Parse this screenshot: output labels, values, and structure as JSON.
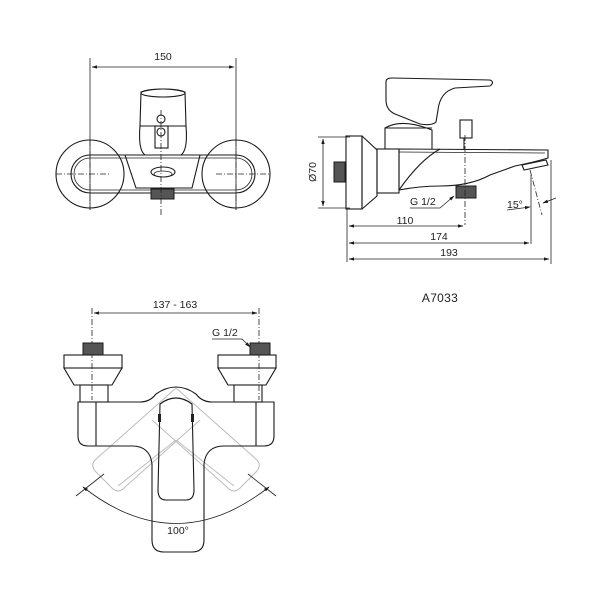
{
  "drawing": {
    "model_code": "A7033",
    "front_view": {
      "dim_width": "150"
    },
    "side_view": {
      "dim_diameter": "Ø70",
      "thread_label": "G 1/2",
      "angle_label": "15°",
      "dim_outlet": "110",
      "dim_spout": "174",
      "dim_total": "193"
    },
    "top_view": {
      "dim_connection_range": "137 - 163",
      "thread_label": "G 1/2",
      "lever_swing_angle": "100°"
    }
  }
}
